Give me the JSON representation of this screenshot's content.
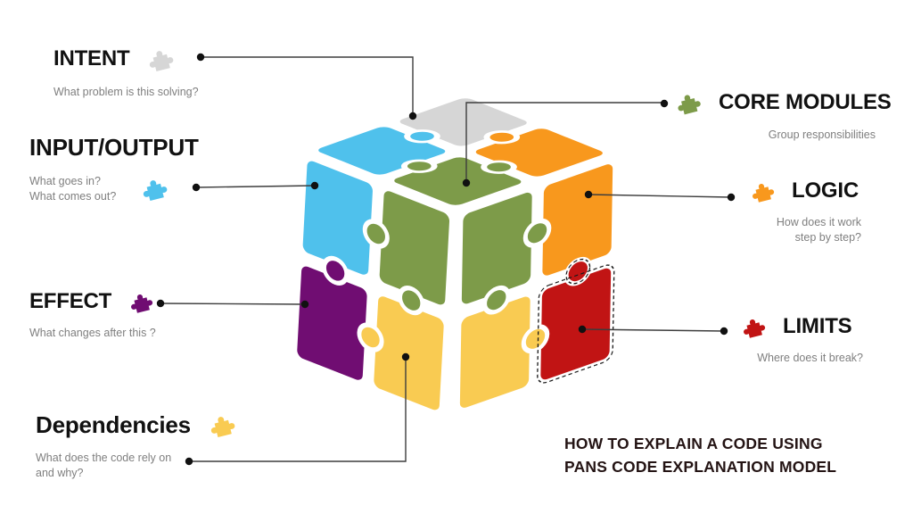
{
  "colors": {
    "gray": "#d6d6d6",
    "blue": "#4fc1ec",
    "green": "#7d9b49",
    "orange": "#f8981d",
    "purple": "#700d72",
    "yellow": "#f9cb52",
    "red": "#c11414",
    "line": "#3d3d3d",
    "dot": "#111111",
    "heading": "#111111",
    "subtitle": "#7f7f7f",
    "title": "#241414",
    "dash": "#1a1a1a"
  },
  "labels": {
    "intent": {
      "heading": "INTENT",
      "desc1": "What problem  is this solving?"
    },
    "input_output": {
      "heading": "INPUT/OUTPUT",
      "desc1": "What goes in?",
      "desc2": "What comes out?"
    },
    "effect": {
      "heading": "EFFECT",
      "desc1": "What changes after this ?"
    },
    "dependencies": {
      "heading": "Dependencies",
      "desc1": "What does the code rely on",
      "desc2": "and why?"
    },
    "core_modules": {
      "heading": "CORE MODULES",
      "desc1": "Group responsibilities"
    },
    "logic": {
      "heading": "LOGIC",
      "desc1": "How does it work",
      "desc2": "step by step?"
    },
    "limits": {
      "heading": "LIMITS",
      "desc1": "Where does it break?"
    }
  },
  "footer": {
    "line1": "HOW TO EXPLAIN A CODE USING",
    "line2": "PANS CODE EXPLANATION MODEL"
  }
}
